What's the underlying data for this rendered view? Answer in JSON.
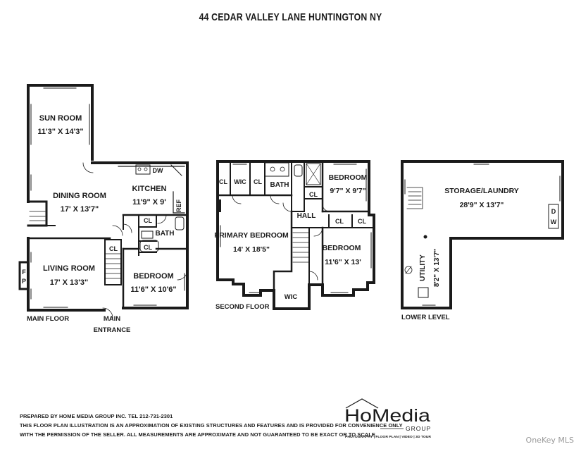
{
  "title": "44 CEDAR VALLEY LANE HUNTINGTON NY",
  "main_floor": {
    "label": "MAIN FLOOR",
    "entrance": [
      "MAIN",
      "ENTRANCE"
    ],
    "sun_room": {
      "name": "SUN ROOM",
      "size": "11'3\" X 14'3\""
    },
    "dining_room": {
      "name": "DINING ROOM",
      "size": "17' X 13'7\""
    },
    "kitchen": {
      "name": "KITCHEN",
      "size": "11'9\" X 9'"
    },
    "living_room": {
      "name": "LIVING ROOM",
      "size": "17' X 13'3\""
    },
    "bedroom": {
      "name": "BEDROOM",
      "size": "11'6\" X 10'6\""
    },
    "fp": [
      "F",
      "P"
    ],
    "dw": "DW",
    "ref": "REF",
    "bath": "BATH",
    "cl": "CL"
  },
  "second_floor": {
    "label": "SECOND FLOOR",
    "primary_bedroom": {
      "name": "PRIMARY BEDROOM",
      "size": "14' X 18'5\""
    },
    "bedroom_a": {
      "name": "BEDROOM",
      "size": "9'7\" X 9'7\""
    },
    "bedroom_b": {
      "name": "BEDROOM",
      "size": "11'6\" X 13'"
    },
    "hall": "HALL",
    "bath": "BATH",
    "wic": "WIC",
    "cl": "CL"
  },
  "lower_level": {
    "label": "LOWER LEVEL",
    "storage": {
      "name": "STORAGE/LAUNDRY",
      "size": "28'9\" X 13'7\""
    },
    "utility": {
      "name": "UTILITY",
      "size": "8'2\" X 13'7\""
    },
    "dw": [
      "D",
      "W"
    ]
  },
  "footer": {
    "line1": "PREPARED BY  HOME MEDIA GROUP INC.  TEL 212-731-2301",
    "line2": "THIS FLOOR PLAN ILLUSTRATION IS AN APPROXIMATION OF EXISTING STRUCTURES AND FEATURES AND IS PROVIDED FOR CONVENIENCE ONLY",
    "line3": "WITH THE PERMISSION OF THE SELLER. ALL MEASUREMENTS ARE APPROXIMATE AND NOT GUARANTEED TO BE EXACT OR TO SCALE."
  },
  "logo": {
    "brand": "HoMedia",
    "sub": "GROUP",
    "tagline": "PHOTOGRAPHY | FLOOR PLAN | VIDEO | 3D TOUR"
  },
  "watermark": "OneKey MLS",
  "colors": {
    "wall": "#1a1a1a",
    "fixture": "#555555",
    "text": "#1a1a1a",
    "watermark": "#9a9a9a"
  }
}
